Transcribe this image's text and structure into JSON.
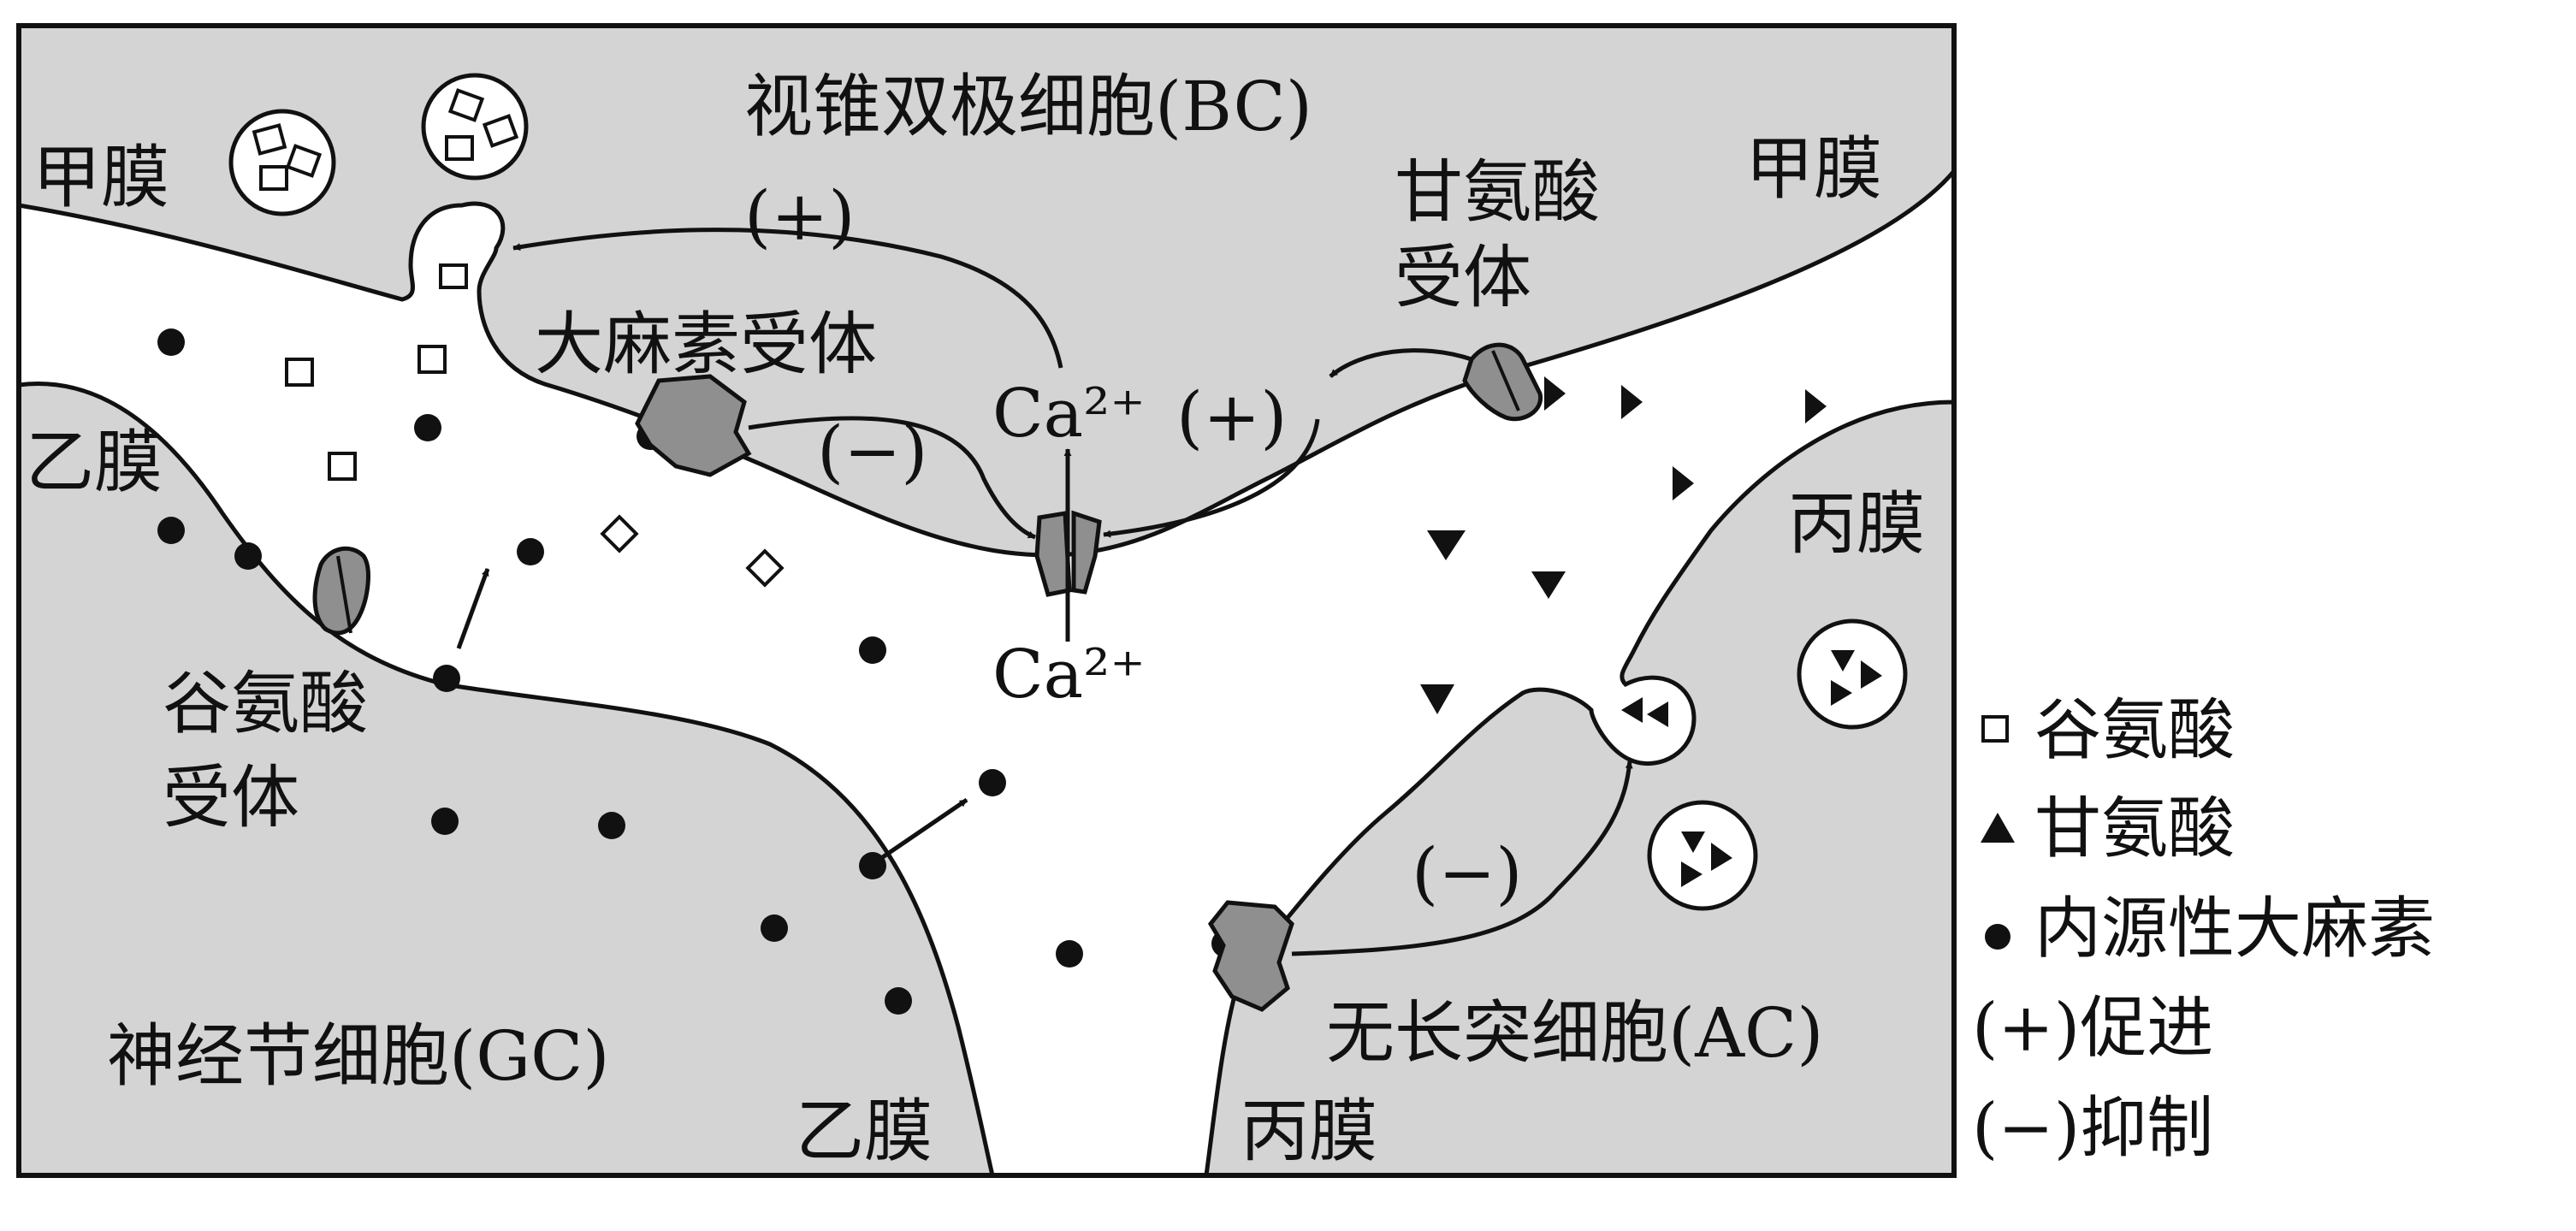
{
  "labels": {
    "bc_cell": "视锥双极细胞(BC)",
    "gc_cell": "神经节细胞(GC)",
    "ac_cell": "无长突细胞(AC)",
    "membrane_jia_left": "甲膜",
    "membrane_jia_right": "甲膜",
    "membrane_yi_left": "乙膜",
    "membrane_yi_bottom": "乙膜",
    "membrane_bing_right": "丙膜",
    "membrane_bing_bottom": "丙膜",
    "cannabinoid_receptor": "大麻素受体",
    "glycine_receptor_l1": "甘氨酸",
    "glycine_receptor_l2": "受体",
    "glutamate_receptor_l1": "谷氨酸",
    "glutamate_receptor_l2": "受体",
    "ca_top": "Ca²⁺",
    "ca_bottom": "Ca²⁺",
    "plus_top": "(+)",
    "plus_mid": "(+)",
    "minus_mid": "(−)",
    "minus_bottom": "(−)"
  },
  "legend": {
    "glutamate": "谷氨酸",
    "glycine": "甘氨酸",
    "endocannabinoid": "内源性大麻素",
    "promote": "(+)促进",
    "inhibit": "(−)抑制"
  },
  "colors": {
    "cell_fill": "#d4d4d4",
    "receptor_fill": "#8f8f8f",
    "line": "#111111"
  }
}
